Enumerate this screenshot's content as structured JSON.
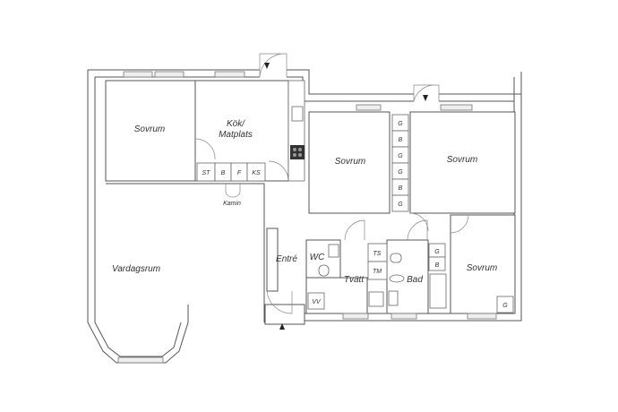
{
  "rooms": {
    "sovrum_1": "Sovrum",
    "kok_line1": "Kök/",
    "kok_line2": "Matplats",
    "sovrum_2": "Sovrum",
    "sovrum_3": "Sovrum",
    "sovrum_4": "Sovrum",
    "vardagsrum": "Vardagsrum",
    "entre": "Entré",
    "wc": "WC",
    "tvatt": "Tvätt",
    "bad": "Bad",
    "kamin": "Kamin"
  },
  "appliances": {
    "kitchen": [
      "ST",
      "B",
      "F",
      "KS"
    ],
    "closets_column": [
      "G",
      "B",
      "G",
      "G",
      "B",
      "G"
    ],
    "laundry": [
      "TS",
      "TM"
    ],
    "bath_closets": [
      "G",
      "B"
    ],
    "vv": "VV",
    "bedroom_closet": "G"
  }
}
